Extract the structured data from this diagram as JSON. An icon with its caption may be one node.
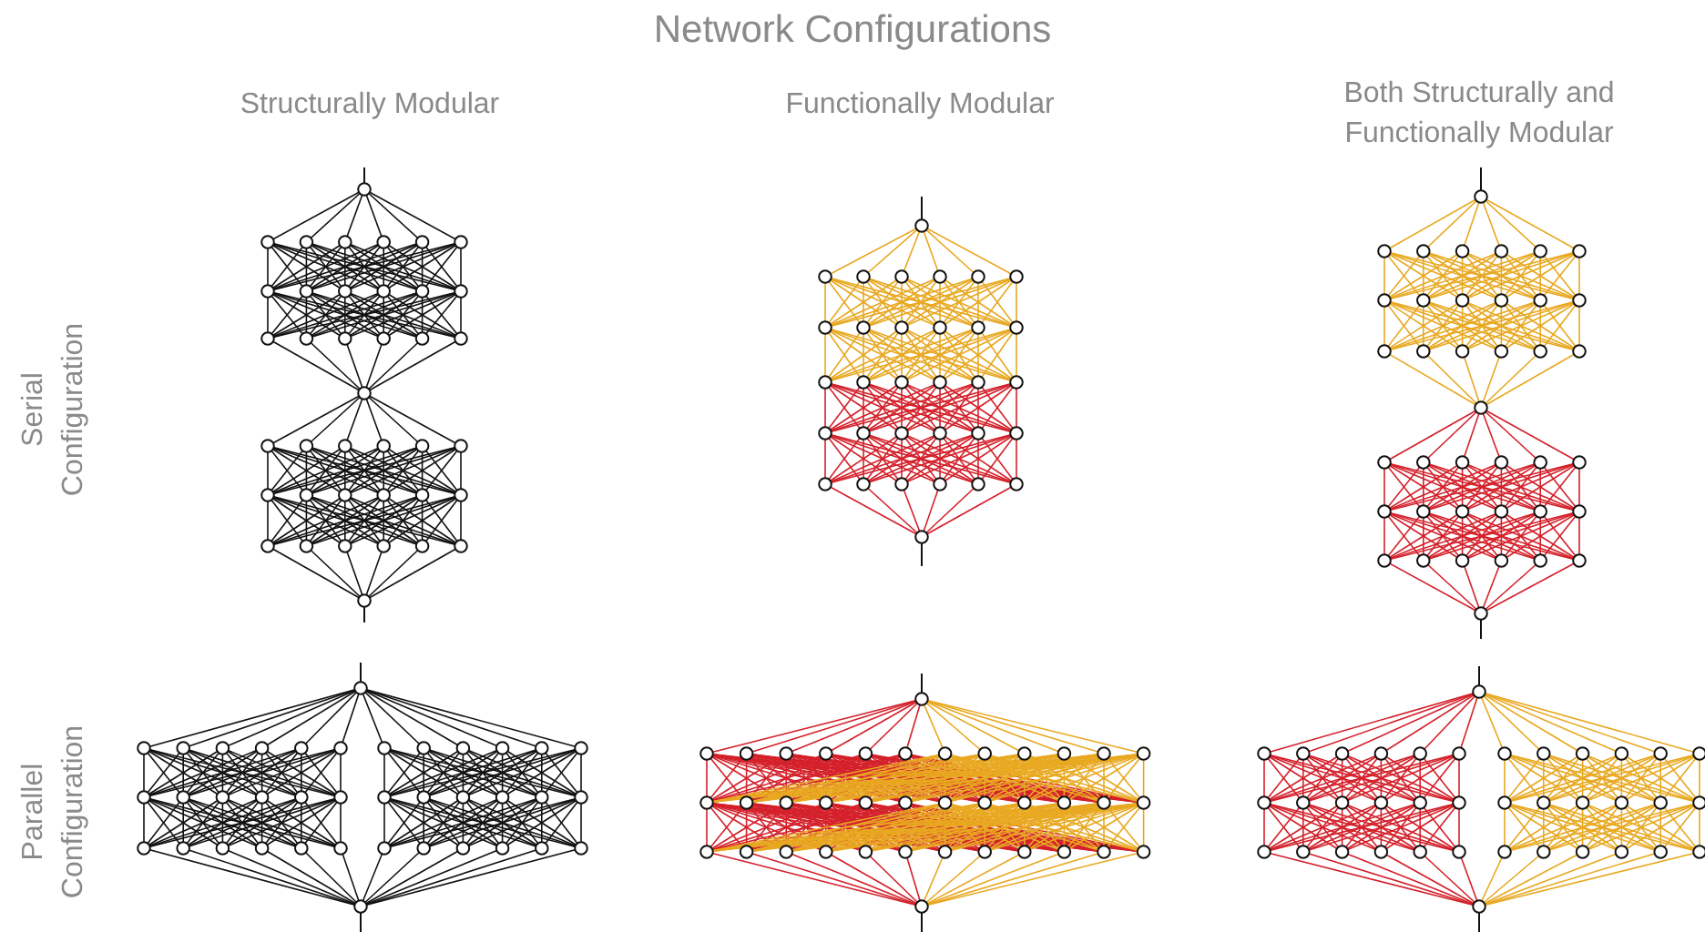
{
  "diagram": {
    "title": "Network Configurations",
    "labels": [
      "Structurally Modular",
      "Functionally Modular",
      "Both Structurally and Functionally Modular",
      "Serial Configuration",
      "Parallel Configuration"
    ]
  }
}
